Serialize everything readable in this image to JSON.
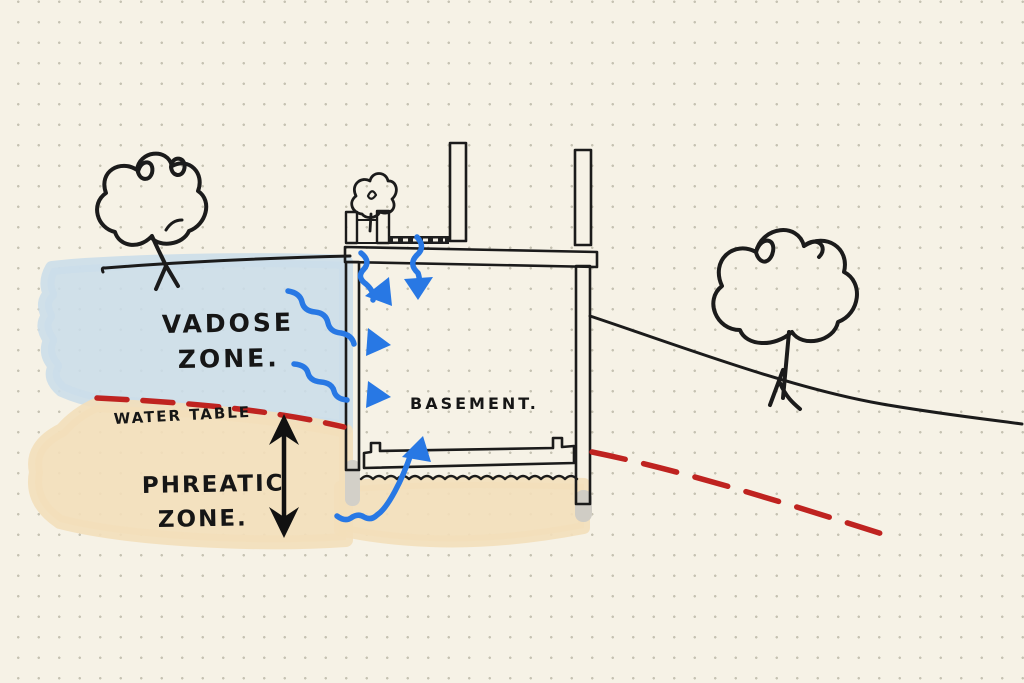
{
  "title": "Hand-drawn groundwater / basement cross-section sketch",
  "labels": {
    "vadose_line1": "VADOSE",
    "vadose_line2": "ZONE.",
    "water_table": "WATER TABLE",
    "phreatic_line1": "PHREATIC",
    "phreatic_line2": "ZONE.",
    "basement": "BASEMENT."
  },
  "colors": {
    "background": "#f6f2e6",
    "dot_grid": "#c6c2b2",
    "ink": "#1b1b1b",
    "vadose_zone_fill": "#cbdde9",
    "phreatic_zone_fill": "#f3dfba",
    "water_table_dash": "#bf2320",
    "infiltration_arrow": "#2878e4",
    "wall_column_fill": "#f1e3c3",
    "slab_fill": "#d7d4cc",
    "basement_wall_fill": "#cac7bf",
    "planter_soil_fill": "#997851"
  },
  "elements": [
    "left-tree-sketch",
    "right-tree-sketch",
    "house-cross-section-with-basement",
    "planter-with-sapling",
    "drain-grate",
    "vadose-zone-blue-blob",
    "phreatic-zone-tan-blob",
    "red-dashed-water-table-line",
    "black-depth-double-arrow",
    "five-blue-water-infiltration-arrows"
  ]
}
